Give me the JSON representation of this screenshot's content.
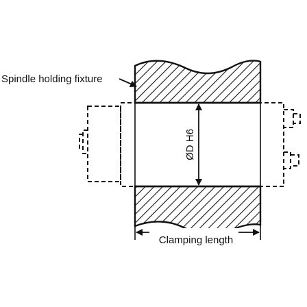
{
  "labels": {
    "fixture": "Spindle holding fixture",
    "diameter": "ØD H6",
    "clamping": "Clamping length"
  },
  "colors": {
    "line": "#111111",
    "background": "#ffffff"
  }
}
